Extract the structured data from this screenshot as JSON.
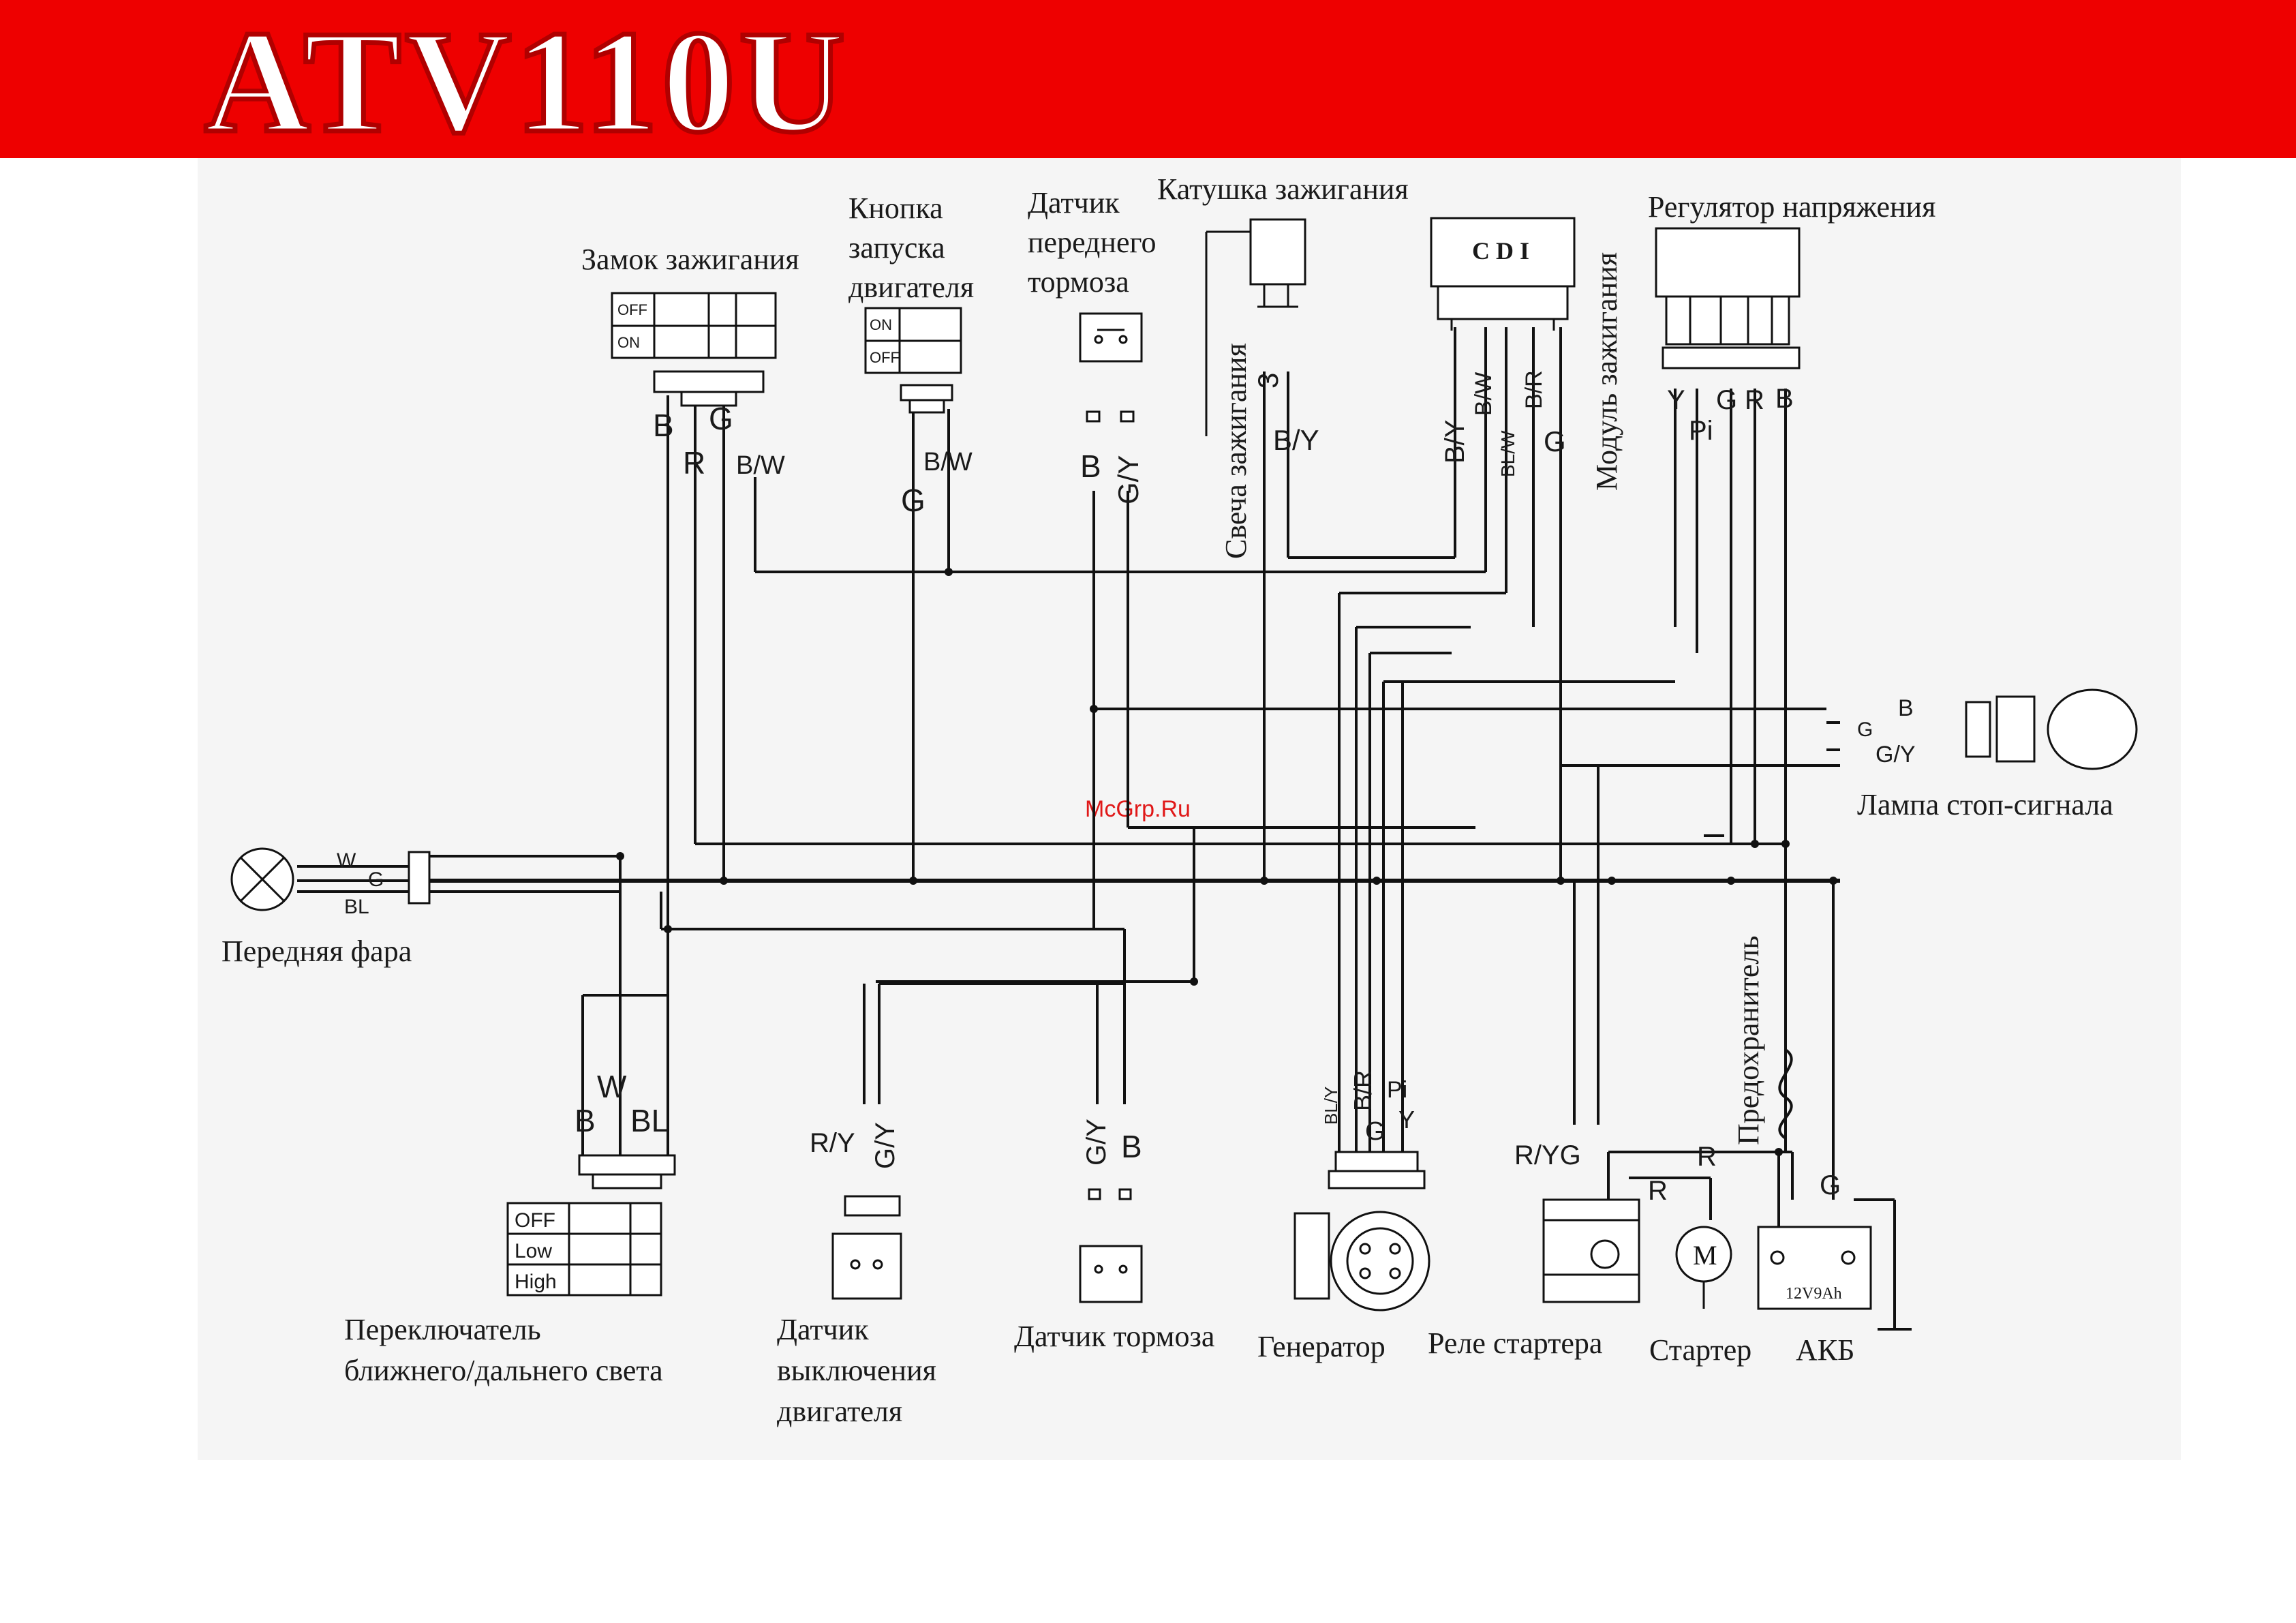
{
  "header": {
    "title": "ATV110U",
    "banner_color": "#ee0000"
  },
  "watermark": "McGrp.Ru",
  "components": {
    "ignition_lock": "Замок зажигания",
    "start_button": [
      "Кнопка",
      "запуска",
      "двигателя"
    ],
    "front_brake_sensor": [
      "Датчик",
      "переднего",
      "тормоза"
    ],
    "ignition_coil": "Катушка зажигания",
    "spark_plug": "Свеча зажигания",
    "cdi_module": "Модуль зажигания",
    "cdi_block": "C D I",
    "voltage_regulator": "Регулятор напряжения",
    "brake_lamp": "Лампа стоп-сигнала",
    "headlight": "Передняя фара",
    "dimmer_switch": [
      "Переключатель",
      "ближнего/дальнего света"
    ],
    "kill_switch": [
      "Датчик",
      "выключения",
      "двигателя"
    ],
    "rear_brake_sensor": "Датчик тормоза",
    "generator": "Генератор",
    "starter_relay": "Реле стартера",
    "starter": "Стартер",
    "fuse": "Предохранитель",
    "battery": "АКБ",
    "battery_rating": "12V9Ah"
  },
  "switch_states": {
    "ign_off": "OFF",
    "ign_on": "ON",
    "btn_on": "ON",
    "btn_off": "OFF",
    "dim_off": "OFF",
    "dim_low": "Low",
    "dim_high": "High"
  },
  "wire_labels": {
    "lock_b": "B",
    "lock_g": "G",
    "lock_r": "R",
    "lock_bw": "B/W",
    "btn_bw": "B/W",
    "btn_g": "G",
    "fbrake_b": "B",
    "fbrake_gy": "G/Y",
    "coil_3": "3",
    "coil_by": "B/Y",
    "cdi_by": "B/Y",
    "cdi_bw": "B/W",
    "cdi_blw": "BL/W",
    "cdi_br": "B/R",
    "cdi_g": "G",
    "reg_y": "Y",
    "reg_pi": "Pi",
    "reg_g": "G",
    "reg_r": "R",
    "reg_b": "B",
    "lamp_b": "B",
    "lamp_g": "G",
    "lamp_gy": "G/Y",
    "head_w": "W",
    "head_g": "G",
    "head_bl": "BL",
    "dim_w": "W",
    "dim_b": "B",
    "dim_bl": "BL",
    "kill_ry": "R/Y",
    "kill_gy": "G/Y",
    "rbrake_gy": "G/Y",
    "rbrake_b": "B",
    "gen_bly": "BL/Y",
    "gen_br": "B/R",
    "gen_pi": "Pi",
    "gen_g": "G",
    "gen_y": "Y",
    "relay_ryg": "R/YG",
    "relay_r": "R",
    "starter_r": "R",
    "bat_g": "G"
  },
  "colors": {
    "wire": "#111111",
    "label_text": "#1a1a1a",
    "panel": "#f5f5f5",
    "watermark": "#e01818"
  }
}
